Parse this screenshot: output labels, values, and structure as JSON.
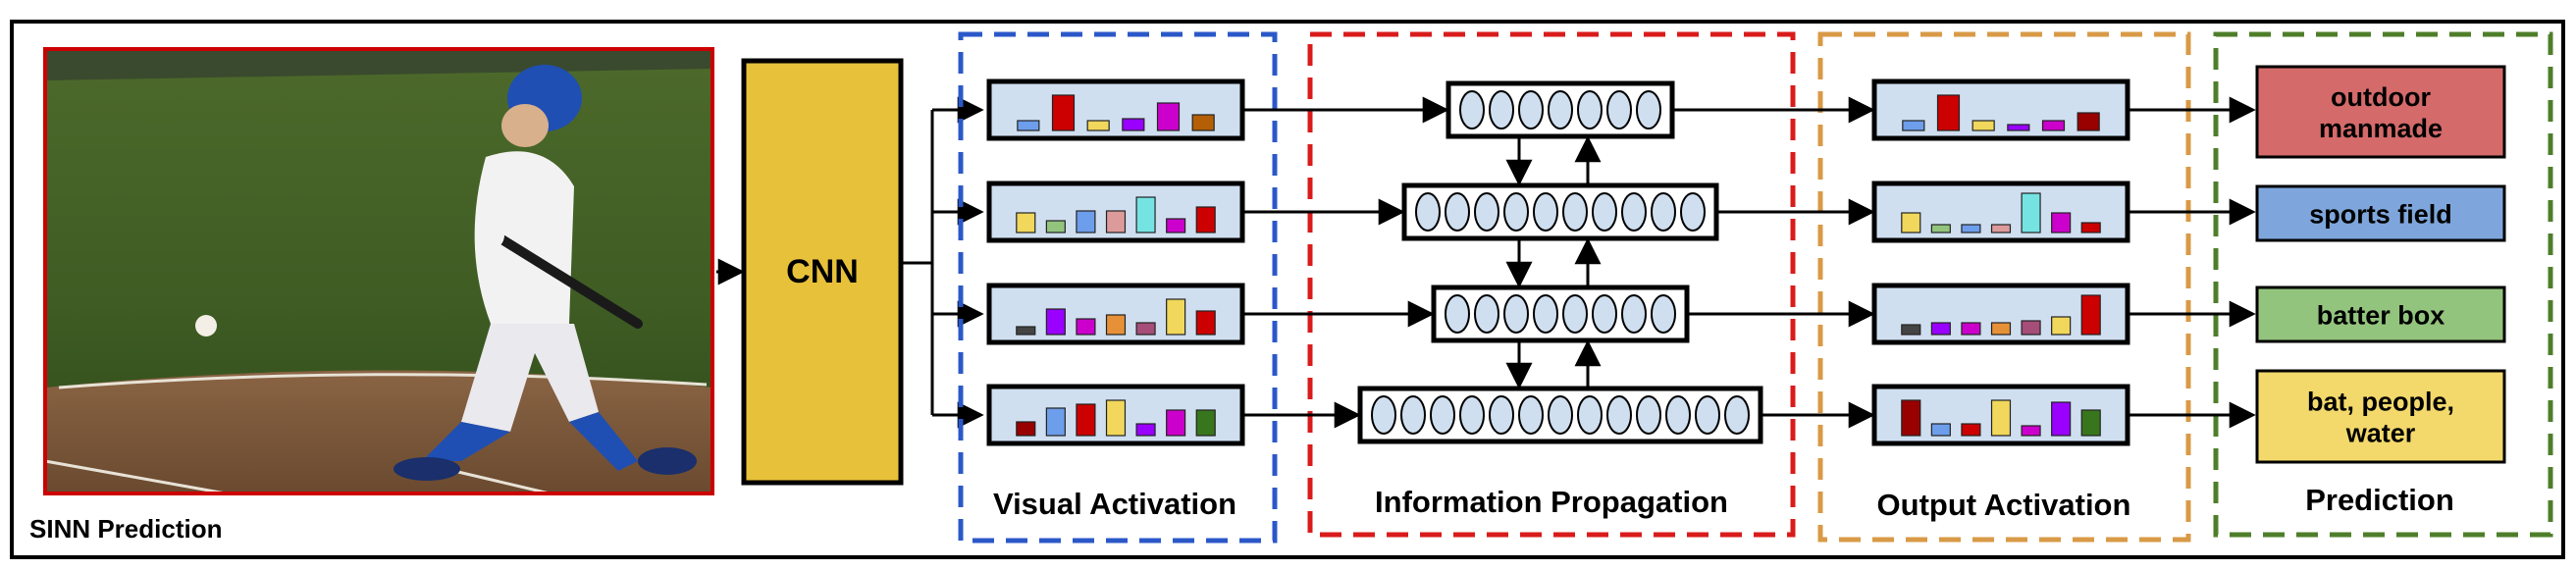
{
  "caption": "SINN Prediction",
  "cnn_label": "CNN",
  "groups": {
    "visual": "Visual Activation",
    "propagation": "Information Propagation",
    "output": "Output Activation",
    "prediction": "Prediction"
  },
  "predictions": [
    {
      "lines": [
        "outdoor",
        "manmade"
      ],
      "color": "#d46a6a"
    },
    {
      "lines": [
        "sports field"
      ],
      "color": "#7ea6dc"
    },
    {
      "lines": [
        "batter box"
      ],
      "color": "#93c47d"
    },
    {
      "lines": [
        "bat, people,",
        "water"
      ],
      "color": "#f3d96b"
    }
  ],
  "activation_bars": {
    "visual": [
      [
        {
          "h": 0.25,
          "c": "#6d9eeb"
        },
        {
          "h": 0.9,
          "c": "#cc0000"
        },
        {
          "h": 0.25,
          "c": "#f1d75b"
        },
        {
          "h": 0.3,
          "c": "#9900ff"
        },
        {
          "h": 0.7,
          "c": "#cc00cc"
        },
        {
          "h": 0.4,
          "c": "#b45f06"
        }
      ],
      [
        {
          "h": 0.5,
          "c": "#f1d75b"
        },
        {
          "h": 0.3,
          "c": "#93c47d"
        },
        {
          "h": 0.55,
          "c": "#6d9eeb"
        },
        {
          "h": 0.55,
          "c": "#dd9a9a"
        },
        {
          "h": 0.9,
          "c": "#76e3e3"
        },
        {
          "h": 0.35,
          "c": "#cc00cc"
        },
        {
          "h": 0.65,
          "c": "#cc0000"
        }
      ],
      [
        {
          "h": 0.2,
          "c": "#444444"
        },
        {
          "h": 0.65,
          "c": "#9900ff"
        },
        {
          "h": 0.4,
          "c": "#cc00cc"
        },
        {
          "h": 0.5,
          "c": "#e69138"
        },
        {
          "h": 0.3,
          "c": "#a64d79"
        },
        {
          "h": 0.9,
          "c": "#f1d75b"
        },
        {
          "h": 0.6,
          "c": "#cc0000"
        }
      ],
      [
        {
          "h": 0.35,
          "c": "#990000"
        },
        {
          "h": 0.7,
          "c": "#6d9eeb"
        },
        {
          "h": 0.8,
          "c": "#cc0000"
        },
        {
          "h": 0.9,
          "c": "#f1d75b"
        },
        {
          "h": 0.3,
          "c": "#9900ff"
        },
        {
          "h": 0.65,
          "c": "#cc00cc"
        },
        {
          "h": 0.65,
          "c": "#38761d"
        }
      ]
    ],
    "output": [
      [
        {
          "h": 0.25,
          "c": "#6d9eeb"
        },
        {
          "h": 0.9,
          "c": "#cc0000"
        },
        {
          "h": 0.25,
          "c": "#f1d75b"
        },
        {
          "h": 0.15,
          "c": "#9900ff"
        },
        {
          "h": 0.25,
          "c": "#cc00cc"
        },
        {
          "h": 0.45,
          "c": "#990000"
        }
      ],
      [
        {
          "h": 0.5,
          "c": "#f1d75b"
        },
        {
          "h": 0.2,
          "c": "#93c47d"
        },
        {
          "h": 0.2,
          "c": "#6d9eeb"
        },
        {
          "h": 0.2,
          "c": "#dd9a9a"
        },
        {
          "h": 1.0,
          "c": "#76e3e3"
        },
        {
          "h": 0.5,
          "c": "#cc00cc"
        },
        {
          "h": 0.25,
          "c": "#cc0000"
        }
      ],
      [
        {
          "h": 0.25,
          "c": "#444444"
        },
        {
          "h": 0.3,
          "c": "#9900ff"
        },
        {
          "h": 0.3,
          "c": "#cc00cc"
        },
        {
          "h": 0.3,
          "c": "#e69138"
        },
        {
          "h": 0.35,
          "c": "#a64d79"
        },
        {
          "h": 0.45,
          "c": "#f1d75b"
        },
        {
          "h": 1.0,
          "c": "#cc0000"
        }
      ],
      [
        {
          "h": 0.9,
          "c": "#990000"
        },
        {
          "h": 0.3,
          "c": "#6d9eeb"
        },
        {
          "h": 0.3,
          "c": "#cc0000"
        },
        {
          "h": 0.9,
          "c": "#f1d75b"
        },
        {
          "h": 0.25,
          "c": "#cc00cc"
        },
        {
          "h": 0.85,
          "c": "#9900ff"
        },
        {
          "h": 0.65,
          "c": "#38761d"
        }
      ]
    ]
  },
  "propagation_node_counts": [
    7,
    10,
    8,
    13
  ],
  "colors": {
    "visual_border": "#2b58c9",
    "propagation_border": "#d91b1b",
    "output_border": "#d89a46",
    "prediction_border": "#4e7e2a",
    "cnn_fill": "#e8c13a",
    "activation_fill": "#cfdff0",
    "node_fill": "#cfdff0",
    "photo_border": "#cc0000"
  }
}
